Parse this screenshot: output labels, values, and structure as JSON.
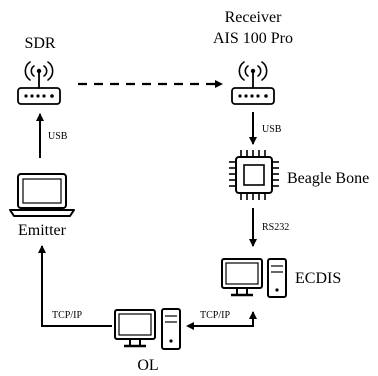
{
  "nodes": {
    "sdr": {
      "label": "SDR",
      "icon": "router-icon"
    },
    "receiver": {
      "label_line1": "Receiver",
      "label_line2": "AIS 100 Pro",
      "icon": "router-icon"
    },
    "emitter": {
      "label": "Emitter",
      "icon": "laptop-icon"
    },
    "beaglebone": {
      "label": "Beagle Bone",
      "icon": "chip-icon"
    },
    "ecdis": {
      "label": "ECDIS",
      "icon": "desktop-computer-icon"
    },
    "ol": {
      "label": "OL",
      "icon": "desktop-computer-icon"
    }
  },
  "edges": {
    "emitter_to_sdr": {
      "label": "USB"
    },
    "receiver_to_beaglebone": {
      "label": "USB"
    },
    "beaglebone_to_ecdis": {
      "label": "RS232"
    },
    "ol_to_emitter": {
      "label": "TCP/IP"
    },
    "ol_to_ecdis": {
      "label": "TCP/IP"
    }
  },
  "colors": {
    "ink": "#000000",
    "fill": "#ffffff"
  }
}
